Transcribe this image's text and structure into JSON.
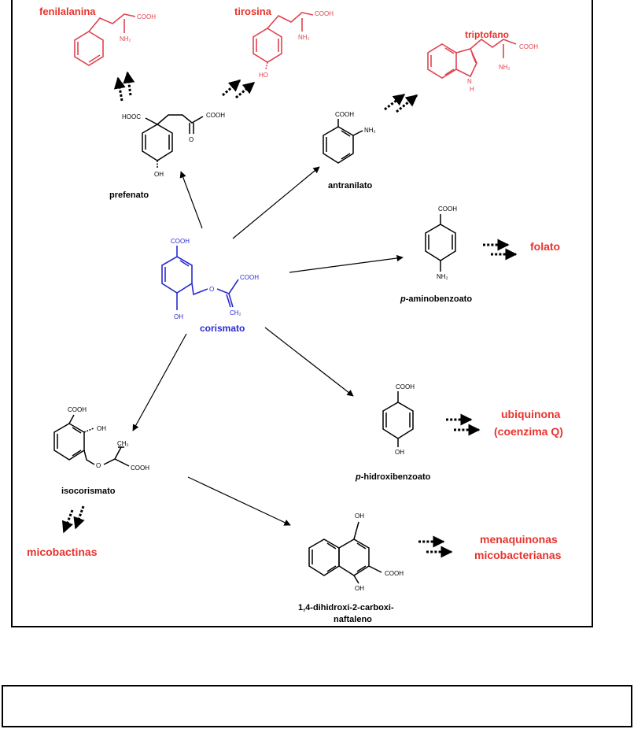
{
  "diagram": {
    "colors": {
      "product": "#e8332d",
      "product_structure": "#e0434f",
      "center": "#2a2ad0",
      "ink": "#000000"
    },
    "labels": {
      "fenilalanina": "fenilalanina",
      "tirosina": "tirosina",
      "triptofano": "triptofano",
      "prefenato": "prefenato",
      "antranilato": "antranilato",
      "corismato": "corismato",
      "p_amino_italic": "p",
      "p_amino_rest": "-aminobenzoato",
      "folato": "folato",
      "isocorismato": "isocorismato",
      "p_hidroxi_italic": "p",
      "p_hidroxi_rest": "-hidroxibenzoato",
      "ubiquinona_1": "ubiquinona",
      "ubiquinona_2": "(coenzima Q)",
      "micobactinas": "micobactinas",
      "menaquinonas_1": "menaquinonas",
      "menaquinonas_2": "micobacterianas",
      "naftaleno_1": "1,4-dihidroxi-2-carboxi-",
      "naftaleno_2": "naftaleno"
    },
    "atoms": {
      "cooh": "COOH",
      "hooc": "HOOC",
      "nh2": "NH₂",
      "oh": "OH",
      "ho": "HO",
      "o": "O",
      "n_h": "H",
      "ch2": "CH₂"
    }
  },
  "caption": {
    "text": ""
  }
}
